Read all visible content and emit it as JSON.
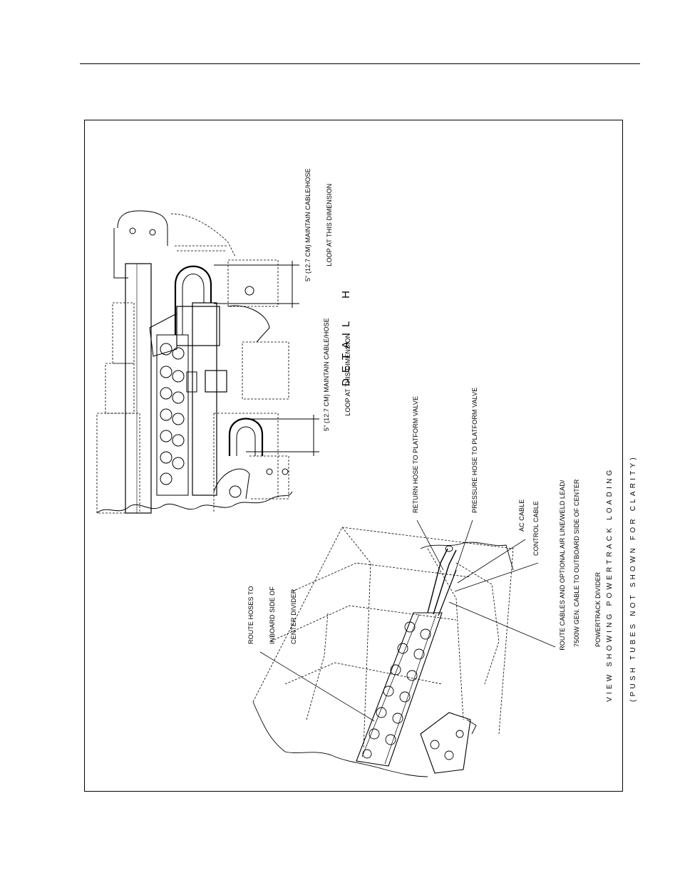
{
  "figure": {
    "detail_title": "DETAIL  H",
    "view_caption": {
      "line1": "VIEW SHOWING POWERTRACK LOADING",
      "line2": "(PUSH TUBES NOT SHOWN FOR CLARITY)"
    },
    "dimension_notes": [
      {
        "line1": "5\" (12.7 CM) MAINTAIN CABLE/HOSE",
        "line2": "LOOP AT THIS DIMENSION"
      },
      {
        "line1": "5\" (12.7 CM) MAINTAIN CABLE/HOSE",
        "line2": "LOOP AT THIS DIMENSION"
      }
    ],
    "callouts": {
      "return_hose": "RETURN HOSE TO PLATFORM VALVE",
      "pressure_hose": "PRESSURE HOSE TO PLATFORM VALVE",
      "ac_cable": "AC CABLE",
      "control_cable": "CONTROL CABLE",
      "route_cables": {
        "line1": "ROUTE CABLES AND OPTIONAL AIR LINE/WELD LEAD/",
        "line2": "7500W GEN. CABLE TO OUTBOARD SIDE OF CENTER",
        "line3": "POWERTRACK DIVIDER"
      },
      "route_hoses": {
        "line1": "ROUTE HOSES TO",
        "line2": "INBOARD SIDE OF",
        "line3": "CENTER DIVIDER"
      }
    }
  }
}
